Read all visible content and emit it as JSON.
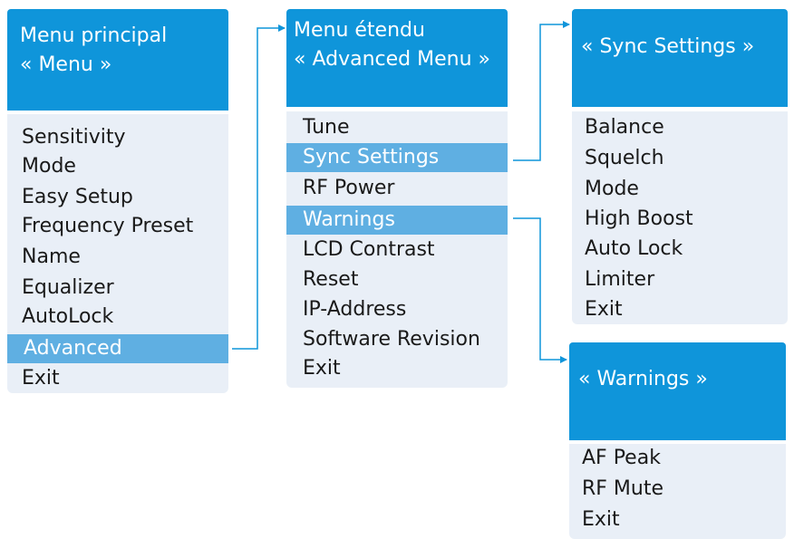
{
  "colors": {
    "header_bg": "#0f95da",
    "body_bg": "#e9eff7",
    "highlight_bg": "#5fafe2",
    "connector": "#0f95da"
  },
  "menus": {
    "main": {
      "title_lines": [
        "Menu principal",
        "« Menu »"
      ],
      "items": [
        "Sensitivity",
        "Mode",
        "Easy Setup",
        "Frequency Preset",
        "Name",
        "Equalizer",
        "AutoLock",
        "Advanced",
        "Exit"
      ],
      "highlighted": "Advanced"
    },
    "advanced": {
      "title_lines": [
        "Menu étendu",
        "« Advanced Menu »"
      ],
      "items": [
        "Tune",
        "Sync Settings",
        "RF Power",
        "Warnings",
        "LCD Contrast",
        "Reset",
        "IP-Address",
        "Software Revision",
        "Exit"
      ],
      "highlighted": [
        "Sync Settings",
        "Warnings"
      ]
    },
    "sync": {
      "title_lines": [
        "« Sync Settings »"
      ],
      "items": [
        "Balance",
        "Squelch",
        "Mode",
        "High Boost",
        "Auto Lock",
        "Limiter",
        "Exit"
      ]
    },
    "warnings": {
      "title_lines": [
        "« Warnings »"
      ],
      "items": [
        "AF Peak",
        "RF Mute",
        "Exit"
      ]
    }
  }
}
